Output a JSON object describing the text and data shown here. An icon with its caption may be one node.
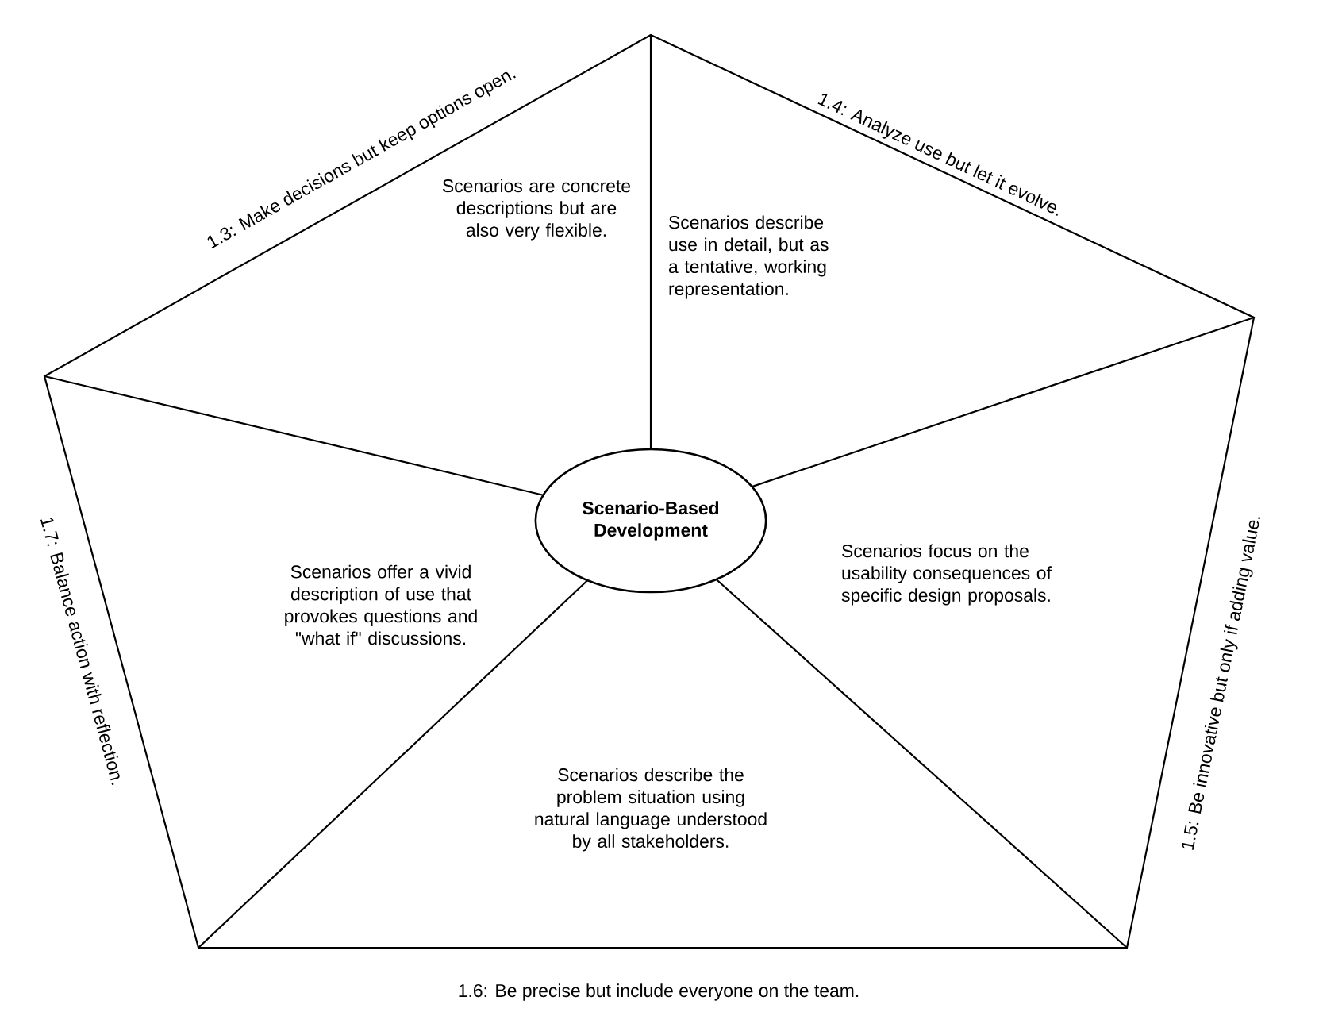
{
  "diagram": {
    "nodes": [
      {
        "text": [
          "Scenario-Based Development"
        ]
      }
    ],
    "edges": [],
    "labels": [
      "1.3: Make decisions but keep options open.",
      "1.4: Analyze use but let it evolve.",
      "Scenarios are concrete descriptions but are also very flexible.",
      "Scenarios describe use in detail, but as a tentative, working representation.",
      "1.7: Balance action with reflection.",
      "Scenarios offer a vivid description of use that provokes questions and \"what if\" discussions.",
      "Scenarios focus on the usability consequences of specific design proposals.",
      "1.5: Be innovative but only if adding value.",
      "Scenarios describe the problem situation using natural language understood by all stakeholders.",
      "1.6: Be precise but include everyone on the team."
    ]
  }
}
